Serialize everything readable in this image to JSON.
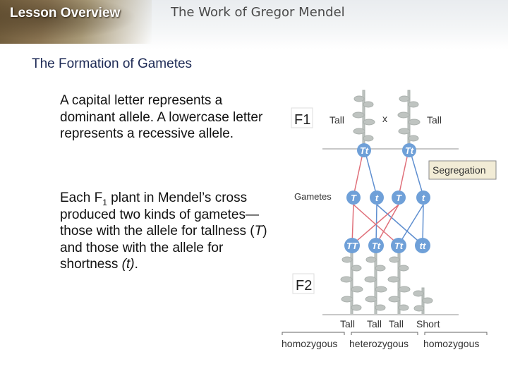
{
  "header": {
    "lesson_label": "Lesson Overview",
    "topic_title": "The Work of Gregor Mendel"
  },
  "slide": {
    "title": "The Formation of Gametes",
    "paragraph1": "A capital letter represents a dominant allele. A lowercase letter represents a recessive allele.",
    "paragraph2_before_sub": "Each F",
    "paragraph2_sub": "1",
    "paragraph2_middle": " plant in Mendel’s cross produced two kinds of gametes—those with the allele for tallness (",
    "paragraph2_T": "T",
    "paragraph2_after_T": ") and those with the allele for shortness ",
    "paragraph2_t": "(t)",
    "paragraph2_end": "."
  },
  "diagram": {
    "f1_label": "F1",
    "f2_label": "F2",
    "parent_left_label": "Tall",
    "cross_symbol": "x",
    "parent_right_label": "Tall",
    "parent_left_genotype": "Tt",
    "parent_right_genotype": "Tt",
    "segregation_label": "Segregation",
    "gametes_label": "Gametes",
    "gametes": [
      "T",
      "t",
      "T",
      "t"
    ],
    "offspring_genotypes": [
      "TT",
      "Tt",
      "Tt",
      "tt"
    ],
    "offspring_phenotypes": [
      "Tall",
      "Tall",
      "Tall",
      "Short"
    ],
    "zygosity_labels": [
      "homozygous",
      "heterozygous",
      "homozygous"
    ],
    "colors": {
      "T_line": "#e0707a",
      "t_line": "#5f8fd0",
      "circle_fill": "#6fa0d8",
      "segregation_box": "#f2ecd6",
      "plant": "#bfc4c1"
    }
  }
}
